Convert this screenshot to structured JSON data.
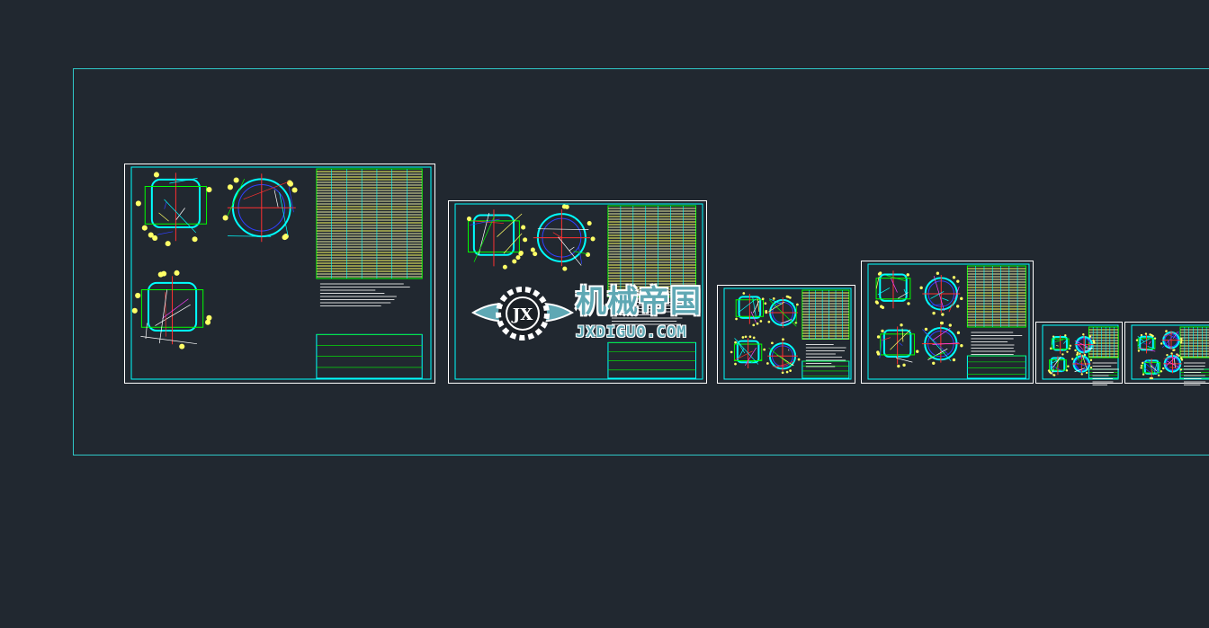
{
  "viewer": {
    "background_color": "#212830",
    "layout_frame_color": "#2fc8c8",
    "sheet_border_color": "#ffffff",
    "line_colors": [
      "#00ffff",
      "#00ff00",
      "#ffff66",
      "#ff3030",
      "#3040ff",
      "#ff40ff",
      "#ffffff"
    ]
  },
  "watermark": {
    "title": "机械帝国",
    "url": "JXDIGUO.COM",
    "logo_text": "JX",
    "color": "#5fa8b4"
  }
}
